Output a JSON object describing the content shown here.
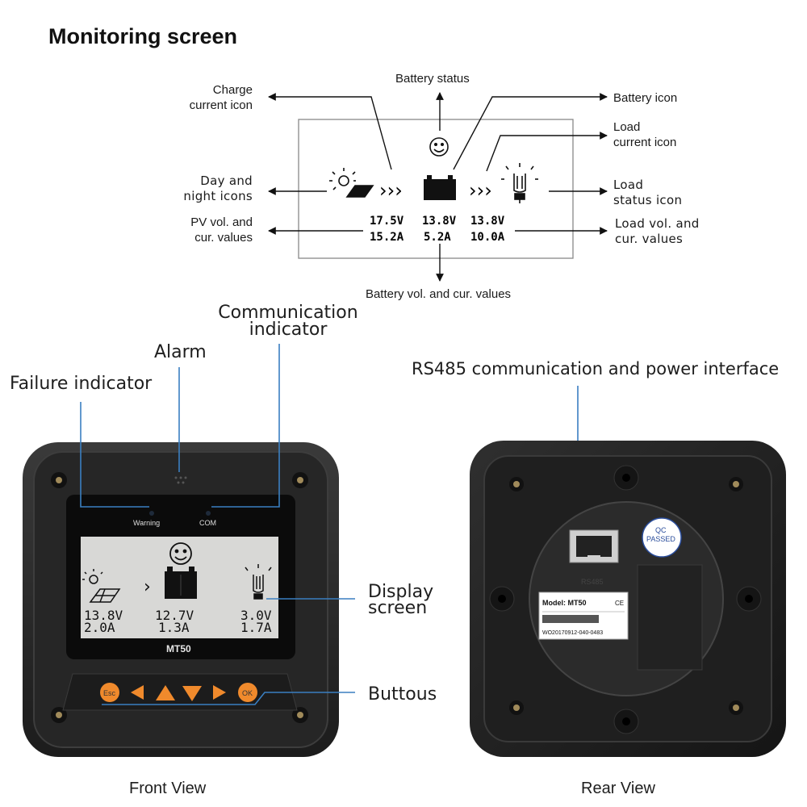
{
  "title": "Monitoring screen",
  "diagram": {
    "labels": {
      "battery_status": "Battery status",
      "charge_current_icon": [
        "Charge",
        "current icon"
      ],
      "battery_icon": "Battery icon",
      "load_current_icon": [
        "Load",
        "current icon"
      ],
      "day_night_icons": [
        "Day and",
        "night icons"
      ],
      "load_status_icon": [
        "Load",
        "status icon"
      ],
      "pv_values": [
        "PV vol. and",
        "cur. values"
      ],
      "load_values": [
        "Load vol. and",
        "cur. values"
      ],
      "battery_values": "Battery vol. and cur. values"
    },
    "screen": {
      "chevrons": "›››",
      "pv": {
        "voltage": "17.5V",
        "current": "15.2A"
      },
      "battery": {
        "voltage": "13.8V",
        "current": "5.2A"
      },
      "load": {
        "voltage": "13.8V",
        "current": "10.0A"
      }
    }
  },
  "front": {
    "callouts": {
      "communication_indicator": [
        "Communication",
        "indicator"
      ],
      "alarm": "Alarm",
      "failure_indicator": "Failure indicator",
      "display_screen": [
        "Display",
        "screen"
      ],
      "buttons": "Buttous"
    },
    "device": {
      "warning_label": "Warning",
      "com_label": "COM",
      "model": "MT50",
      "lcd": {
        "pv": {
          "voltage": "13.8V",
          "current": "2.0A"
        },
        "battery": {
          "voltage": "12.7V",
          "current": "1.3A"
        },
        "load": {
          "voltage": "3.0V",
          "current": "1.7A"
        }
      },
      "esc_label": "Esc",
      "ok_label": "OK"
    },
    "caption": "Front View"
  },
  "rear": {
    "callout": "RS485 communication and power interface",
    "sticker": {
      "qc": "QC",
      "passed": "PASSED"
    },
    "rs485_mark": "RS485",
    "label_plate": {
      "model": "Model: MT50",
      "ce": "CE",
      "serial": "WO20170912-040-0483"
    },
    "caption": "Rear View"
  },
  "colors": {
    "callout_line": "#3a7fc1",
    "button_orange": "#f08a2c",
    "lcd_bg": "#dcdcdc",
    "device_body": "#2a2a2a"
  }
}
